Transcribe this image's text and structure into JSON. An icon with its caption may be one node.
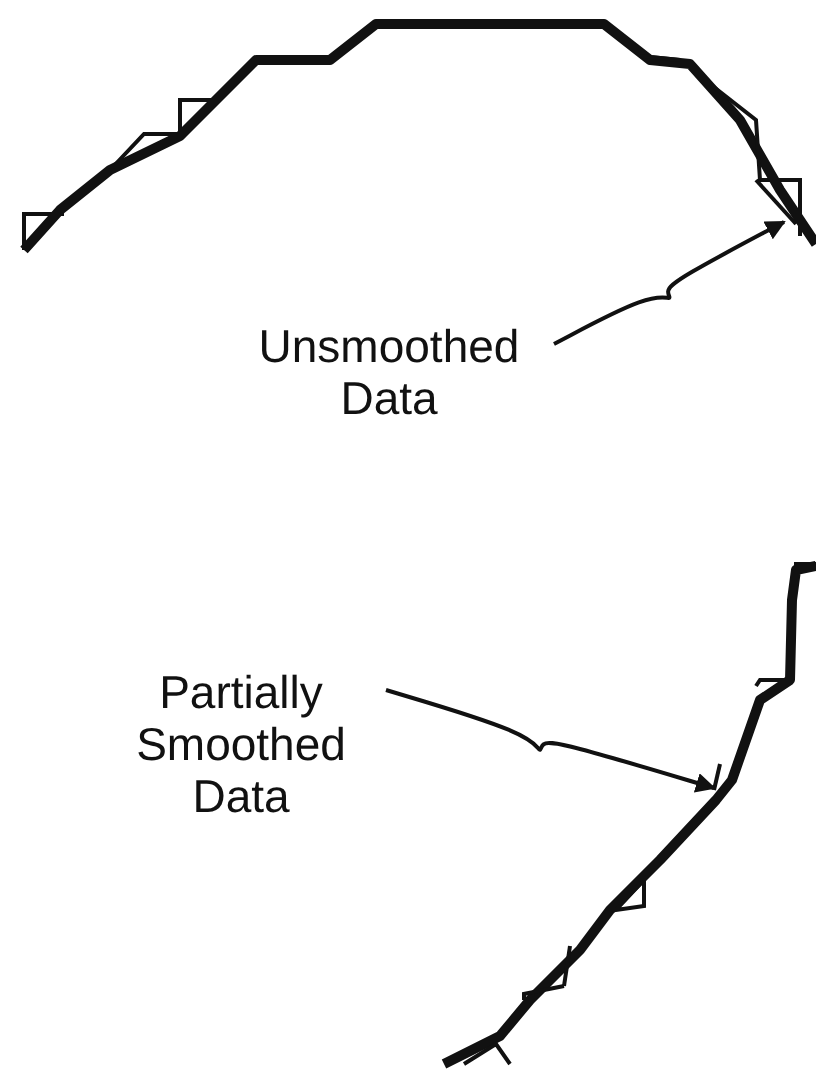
{
  "diagram": {
    "nodes": [
      {
        "text": [
          "Unsmoothed Data"
        ]
      },
      {
        "text": [],
        "shape": "curve"
      },
      {
        "text": [
          "Partially Smoothed Data"
        ]
      },
      {
        "text": [],
        "shape": "curve"
      }
    ],
    "edges": [
      {
        "from": 0,
        "to": 1,
        "arrow": "to"
      },
      {
        "from": 2,
        "to": 3,
        "arrow": "to"
      }
    ]
  }
}
